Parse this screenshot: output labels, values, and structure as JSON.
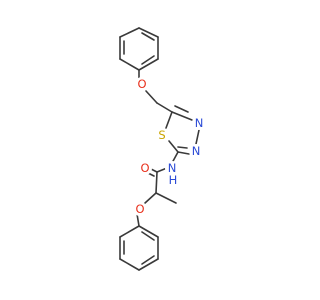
{
  "diagram": {
    "atoms": {
      "o_top": "O",
      "n_ring_right": "N",
      "n_ring_bottom": "N",
      "s_ring": "S",
      "n_amide": "N",
      "h_amide": "H",
      "o_carbonyl": "O",
      "o_bottom": "O"
    },
    "colors": {
      "bond": "#3a3a3a",
      "oxygen": "#e8301c",
      "nitrogen": "#2b4bd6",
      "sulfur": "#c9a400",
      "background": "#ffffff"
    }
  }
}
